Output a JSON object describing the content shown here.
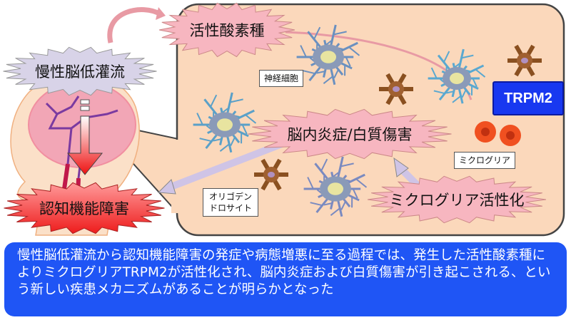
{
  "bursts": {
    "ros": "活性酸素種",
    "hypoperfusion": "慢性脳低灌流",
    "inflammation": "脳内炎症/白質傷害",
    "microglia_activation": "ミクログリア活性化",
    "cognitive": "認知機能障害"
  },
  "labels": {
    "neuron": "神経細胞",
    "microglia": "ミクログリア",
    "oligodendrocyte": "オリゴデンドロサイト",
    "trpm2": "TRPM2"
  },
  "summary": "慢性脳低灌流から認知機能障害の発症や病態増悪に至る過程では、発生した活性酸素種によりミクログリアTRPM2が活性化され、脳内炎症および白質傷害が引き起こされる、という新しい疾患メカニズムがあることが明らかとなった",
  "colors": {
    "pink_burst": "#f7b6c0",
    "lavender_burst": "#d8d3e8",
    "red_burst": "#f02a2a",
    "panel": "#fbd8bb",
    "summary_bg": "#1f55f5",
    "trpm2_bg": "#1838f0"
  }
}
